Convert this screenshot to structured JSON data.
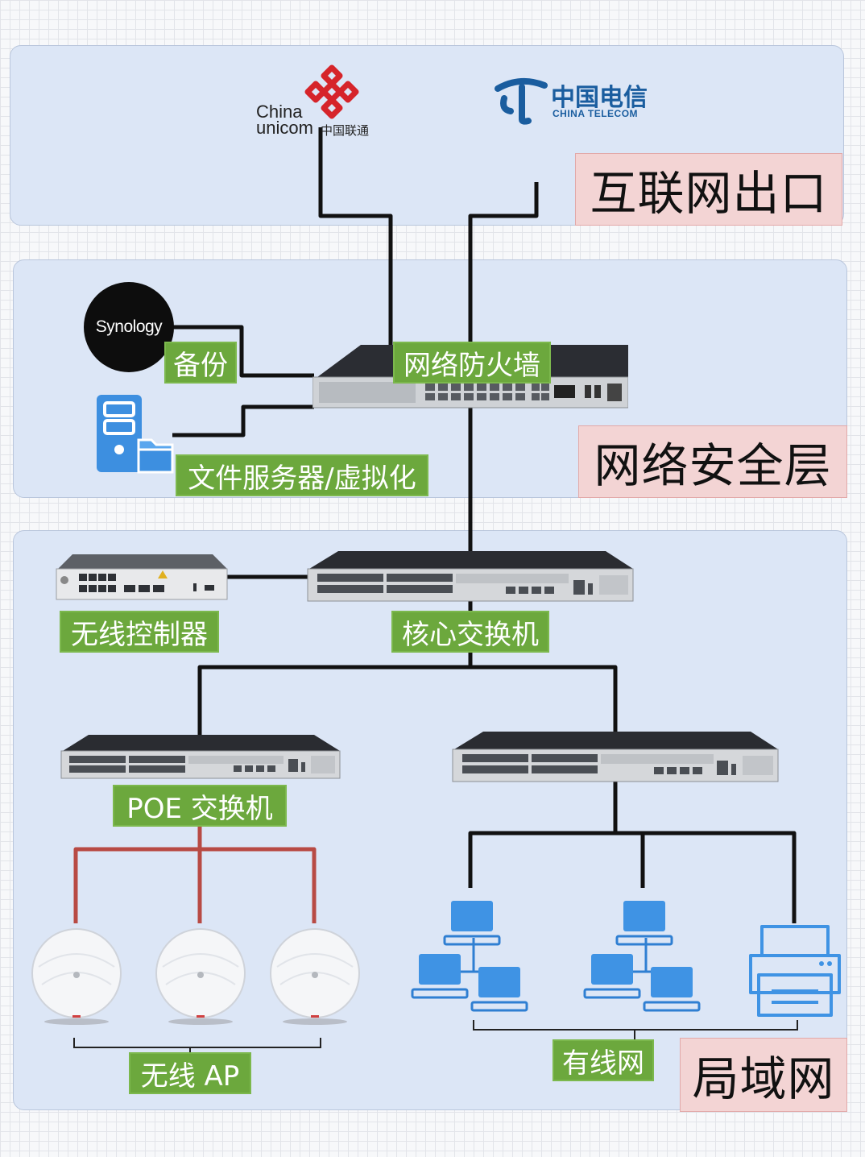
{
  "layers": {
    "internet": "互联网出口",
    "security": "网络安全层",
    "lan": "局域网"
  },
  "isps": {
    "unicom_en_1": "China",
    "unicom_en_2": "unicom",
    "unicom_cn": "中国联通",
    "telecom_cn": "中国电信",
    "telecom_en": "CHINA TELECOM"
  },
  "devices": {
    "nas_brand": "Synology",
    "backup": "备份",
    "firewall": "网络防火墙",
    "file_server": "文件服务器/虚拟化",
    "wireless_controller": "无线控制器",
    "core_switch": "核心交换机",
    "poe_switch": "POE 交换机",
    "wireless_ap": "无线 AP",
    "wired_network": "有线网"
  },
  "colors": {
    "wire": "#111111",
    "poe_wire": "#b84a44",
    "label_bg": "#6ca83d",
    "zone_tag_bg": "#f3d4d4",
    "zone_bg": "#dce6f6"
  }
}
